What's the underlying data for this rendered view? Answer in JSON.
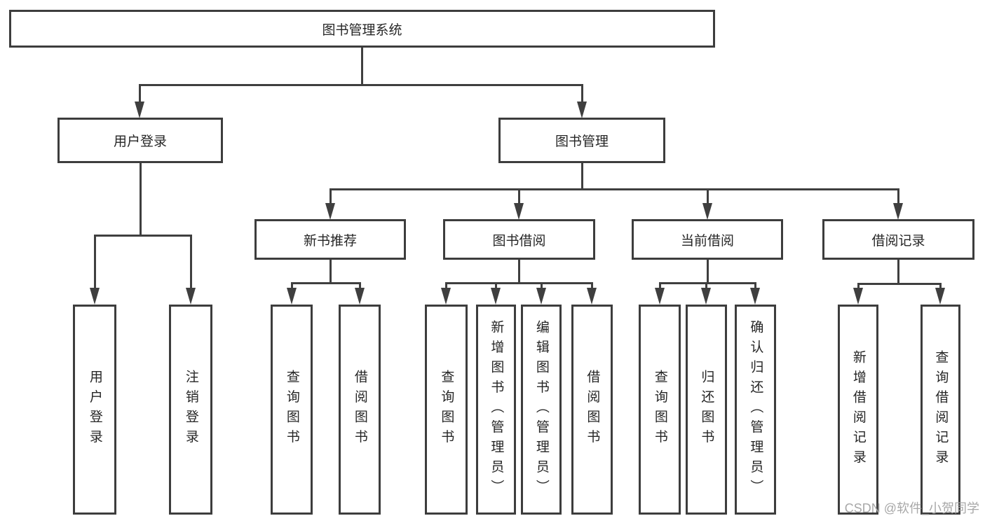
{
  "colors": {
    "line": "#3f3f3f",
    "border": "#3d3d3d",
    "text": "#262626",
    "background": "#ffffff",
    "watermark": "#a8a8a8"
  },
  "tree": {
    "root": {
      "label": "图书管理系统",
      "children": [
        {
          "label": "用户登录",
          "children": [
            {
              "label": "用户登录"
            },
            {
              "label": "注销登录"
            }
          ]
        },
        {
          "label": "图书管理",
          "children": [
            {
              "label": "新书推荐",
              "children": [
                {
                  "label": "查询图书"
                },
                {
                  "label": "借阅图书"
                }
              ]
            },
            {
              "label": "图书借阅",
              "children": [
                {
                  "label": "查询图书"
                },
                {
                  "label": "新增图书（管理员）"
                },
                {
                  "label": "编辑图书（管理员）"
                },
                {
                  "label": "借阅图书"
                }
              ]
            },
            {
              "label": "当前借阅",
              "children": [
                {
                  "label": "查询图书"
                },
                {
                  "label": "归还图书"
                },
                {
                  "label": "确认归还（管理员）"
                }
              ]
            },
            {
              "label": "借阅记录",
              "children": [
                {
                  "label": "新增借阅记录"
                },
                {
                  "label": "查询借阅记录"
                }
              ]
            }
          ]
        }
      ]
    }
  },
  "watermark": {
    "text": "CSDN @软件_小贺同学"
  }
}
